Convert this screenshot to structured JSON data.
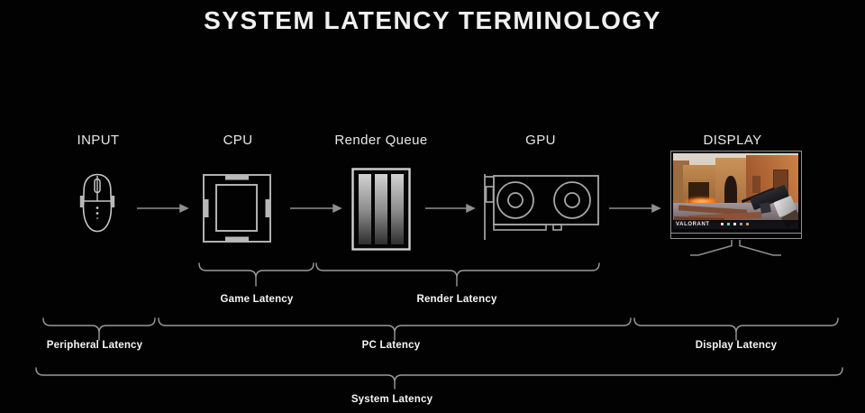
{
  "title": "SYSTEM LATENCY TERMINOLOGY",
  "pipeline": {
    "stages": [
      {
        "label": "INPUT",
        "icon": "mouse-icon"
      },
      {
        "label": "CPU",
        "icon": "cpu-chip-icon"
      },
      {
        "label": "Render Queue",
        "icon": "render-queue-icon"
      },
      {
        "label": "GPU",
        "icon": "gpu-card-icon"
      },
      {
        "label": "DISPLAY",
        "icon": "monitor-icon"
      }
    ]
  },
  "display_screen": {
    "game_logo": "VALORANT"
  },
  "latency": {
    "game": "Game Latency",
    "render": "Render Latency",
    "peripheral": "Peripheral Latency",
    "pc": "PC Latency",
    "display": "Display Latency",
    "system": "System Latency"
  },
  "colors": {
    "background": "#000000",
    "line_gray": "#9a9a9a",
    "text": "#f0f0f0",
    "fire_orange": "#ff7a1a"
  }
}
